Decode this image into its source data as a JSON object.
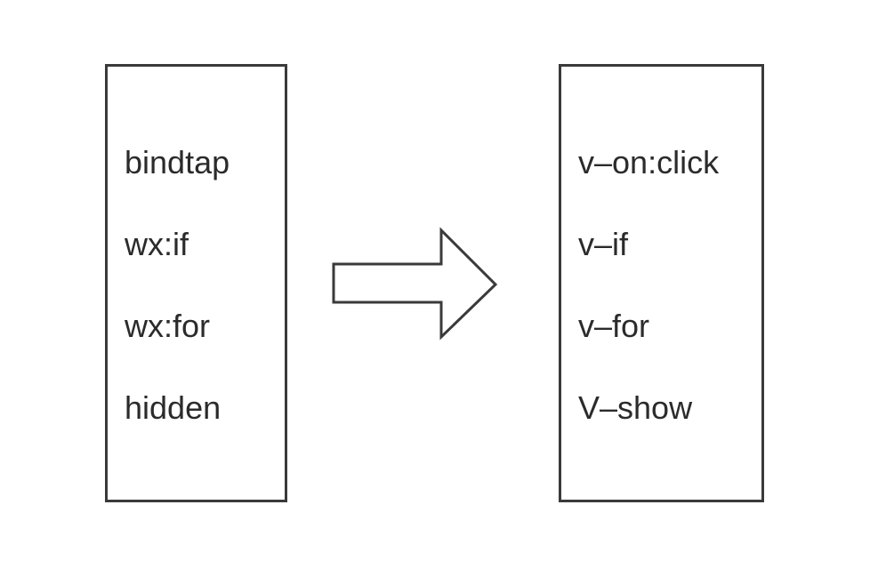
{
  "left_box": {
    "items": [
      "bindtap",
      "wx:if",
      "wx:for",
      "hidden"
    ]
  },
  "right_box": {
    "items": [
      "v–on:click",
      "v–if",
      "v–for",
      "V–show"
    ]
  },
  "arrow": {
    "direction": "right",
    "icon": "arrow-right-icon",
    "stroke_color": "#3a3a3a",
    "fill_color": "#ffffff"
  }
}
